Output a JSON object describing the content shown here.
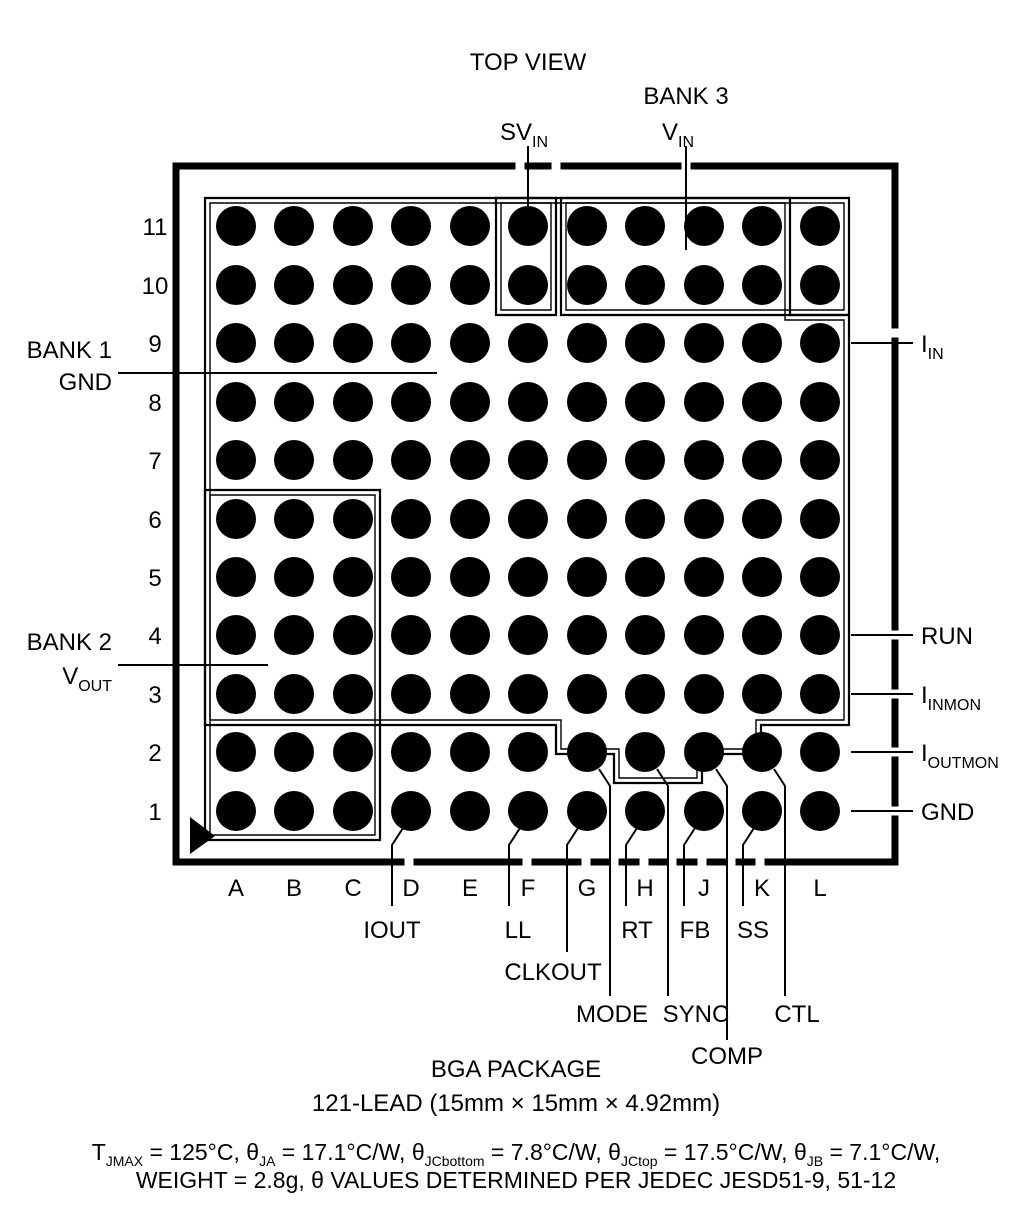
{
  "diagram": {
    "title": "TOP VIEW",
    "package_name": "BGA PACKAGE",
    "package_desc": "121-LEAD (15mm × 15mm × 4.92mm)",
    "thermal_line1": "T_JMAX = 125°C, θ_JA = 17.1°C/W, θ_JCbottom = 7.8°C/W, θ_JCtop = 17.5°C/W, θ_JB = 7.1°C/W,",
    "thermal_line2": "WEIGHT = 2.8g, θ VALUES DETERMINED PER JEDEC JESD51-9, 51-12",
    "thermal": {
      "tjmax_label": "T",
      "tjmax_sub": "JMAX",
      "tjmax_value": " = 125°C, ",
      "theta1_sub": "JA",
      "theta1_value": " = 17.1°C/W, ",
      "theta2_sub": "JCbottom",
      "theta2_value": " = 7.8°C/W, ",
      "theta3_sub": "JCtop",
      "theta3_value": " = 17.5°C/W, ",
      "theta4_sub": "JB",
      "theta4_value": " = 7.1°C/W,",
      "theta_glyph": "θ",
      "weight_text": "WEIGHT = 2.8g, θ VALUES DETERMINED PER JEDEC JESD51-9, 51-12"
    },
    "columns": [
      "A",
      "B",
      "C",
      "D",
      "E",
      "F",
      "G",
      "H",
      "J",
      "K",
      "L"
    ],
    "rows": [
      "11",
      "10",
      "9",
      "8",
      "7",
      "6",
      "5",
      "4",
      "3",
      "2",
      "1"
    ],
    "ball_count": 121,
    "pin1_marker": "triangle"
  },
  "banks": [
    {
      "id": "bank1",
      "name": "BANK 1",
      "signal": "GND",
      "side": "left"
    },
    {
      "id": "bank2",
      "name": "BANK 2",
      "signal": "V",
      "signal_sub": "OUT",
      "side": "left"
    },
    {
      "id": "bank3",
      "name": "BANK 3",
      "signal": "V",
      "signal_sub": "IN",
      "side": "top"
    }
  ],
  "top_labels": [
    {
      "name": "SV",
      "sub": "IN",
      "target": "F11"
    },
    {
      "name": "V",
      "sub": "IN",
      "group": "BANK 3",
      "target": "H11"
    }
  ],
  "left_labels": [
    {
      "name": "BANK 1",
      "signal": "GND",
      "signal_sub": ""
    },
    {
      "name": "BANK 2",
      "signal": "V",
      "signal_sub": "OUT"
    }
  ],
  "right_labels": [
    {
      "base": "I",
      "sub": "IN",
      "row": "9"
    },
    {
      "base": "RUN",
      "sub": "",
      "row": "4"
    },
    {
      "base": "I",
      "sub": "INMON",
      "row": "3"
    },
    {
      "base": "I",
      "sub": "OUTMON",
      "row": "2"
    },
    {
      "base": "GND",
      "sub": "",
      "row": "1"
    }
  ],
  "bottom_labels": [
    {
      "name": "IOUT",
      "col": "D",
      "tier": 1
    },
    {
      "name": "LL",
      "col": "F",
      "tier": 1
    },
    {
      "name": "RT",
      "col": "H",
      "tier": 1
    },
    {
      "name": "FB",
      "col": "J",
      "tier": 1
    },
    {
      "name": "SS",
      "col": "K",
      "tier": 1
    },
    {
      "name": "CLKOUT",
      "col": "G",
      "tier": 2
    },
    {
      "name": "MODE",
      "col": "G",
      "tier": 3
    },
    {
      "name": "SYNC",
      "col": "H",
      "tier": 3
    },
    {
      "name": "CTL",
      "col": "K",
      "tier": 3
    },
    {
      "name": "COMP",
      "col": "J",
      "tier": 4
    }
  ]
}
